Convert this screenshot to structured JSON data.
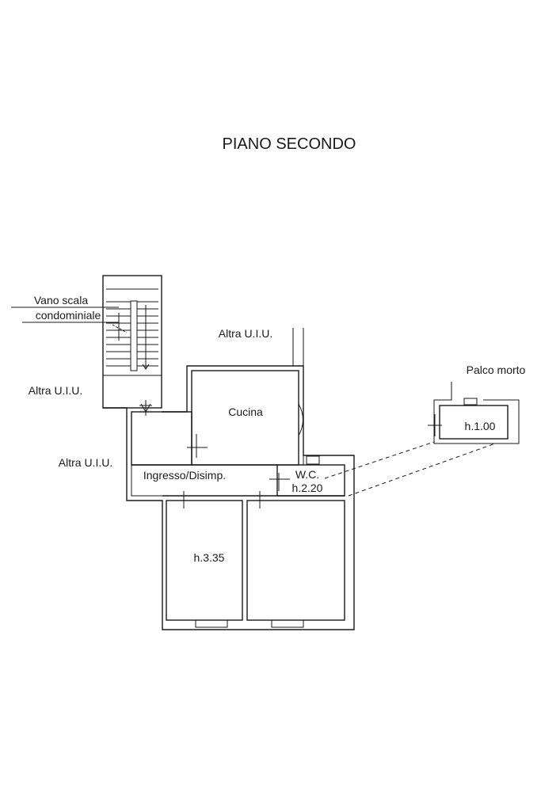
{
  "plan": {
    "title": "PIANO SECONDO",
    "labels": {
      "vano_scala_line1": "Vano scala",
      "vano_scala_line2": "condominiale",
      "altra_uiu_top": "Altra U.I.U.",
      "altra_uiu_left_upper": "Altra U.I.U.",
      "altra_uiu_left_lower": "Altra U.I.U.",
      "palco_morto": "Palco morto",
      "cucina": "Cucina",
      "ingresso": "Ingresso/Disimp.",
      "wc": "W.C.",
      "wc_height": "h.2.20",
      "palco_height": "h.1.00",
      "room_height": "h.3.35"
    }
  }
}
